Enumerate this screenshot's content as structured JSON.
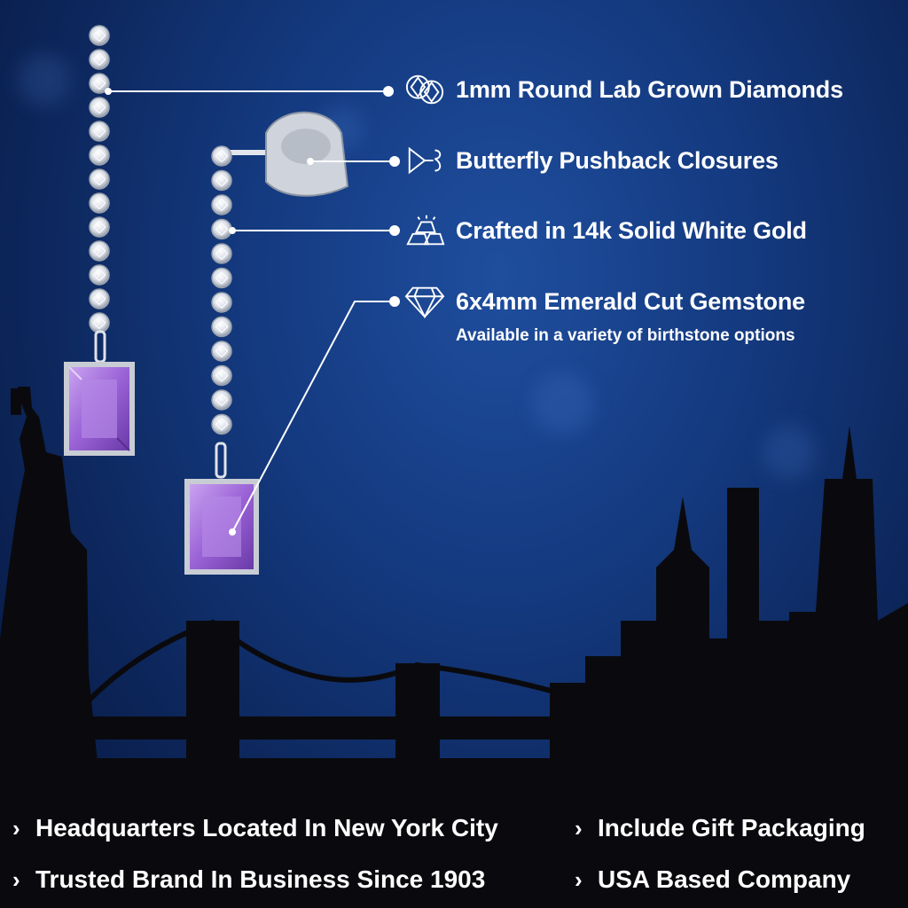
{
  "features": [
    {
      "icon": "round-diamonds-icon",
      "label": "1mm Round Lab Grown Diamonds"
    },
    {
      "icon": "butterfly-pushback-icon",
      "label": "Butterfly Pushback Closures"
    },
    {
      "icon": "gold-bars-icon",
      "label": "Crafted in 14k Solid White Gold"
    },
    {
      "icon": "emerald-cut-gem-icon",
      "label": "6x4mm Emerald Cut Gemstone",
      "sublabel": "Available in a variety of birthstone options"
    }
  ],
  "footer": [
    {
      "label": "Headquarters Located In New York City"
    },
    {
      "label": "Include Gift Packaging"
    },
    {
      "label": "Trusted Brand In Business Since 1903"
    },
    {
      "label": "USA Based Company"
    }
  ],
  "colors": {
    "gem": "#9a62d6",
    "skyline": "#0a0a0e",
    "background": "#143a80"
  }
}
